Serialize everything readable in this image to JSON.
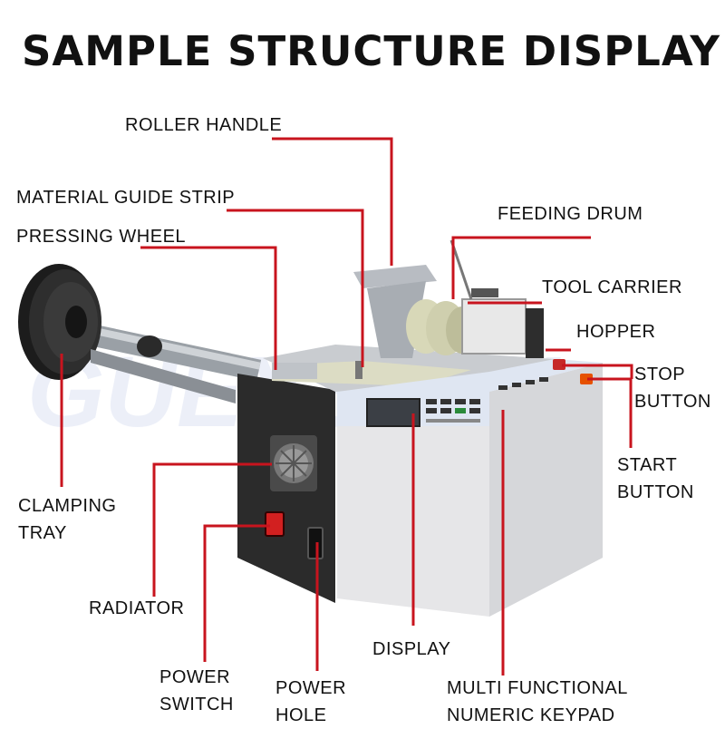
{
  "title": "SAMPLE STRUCTURE DISPLAY",
  "watermark": "GUEYSOOL",
  "colors": {
    "leader_line": "#c8141e",
    "machine_body": "#e6e6e8",
    "panel_blue": "#dfe6f2",
    "power_switch": "#d22020"
  },
  "labels": {
    "roller_handle": "ROLLER HANDLE",
    "material_guide_strip": "MATERIAL GUIDE STRIP",
    "pressing_wheel": "PRESSING WHEEL",
    "feeding_drum": "FEEDING DRUM",
    "tool_carrier": "TOOL CARRIER",
    "hopper": "HOPPER",
    "stop_button": [
      "STOP",
      "BUTTON"
    ],
    "start_button": [
      "START",
      "BUTTON"
    ],
    "clamping_tray": [
      "CLAMPING",
      "TRAY"
    ],
    "radiator": "RADIATOR",
    "display": "DISPLAY",
    "power_switch": [
      "POWER",
      "SWITCH"
    ],
    "power_hole": [
      "POWER",
      "HOLE"
    ],
    "keypad": [
      "MULTI FUNCTIONAL",
      "NUMERIC KEYPAD"
    ]
  }
}
